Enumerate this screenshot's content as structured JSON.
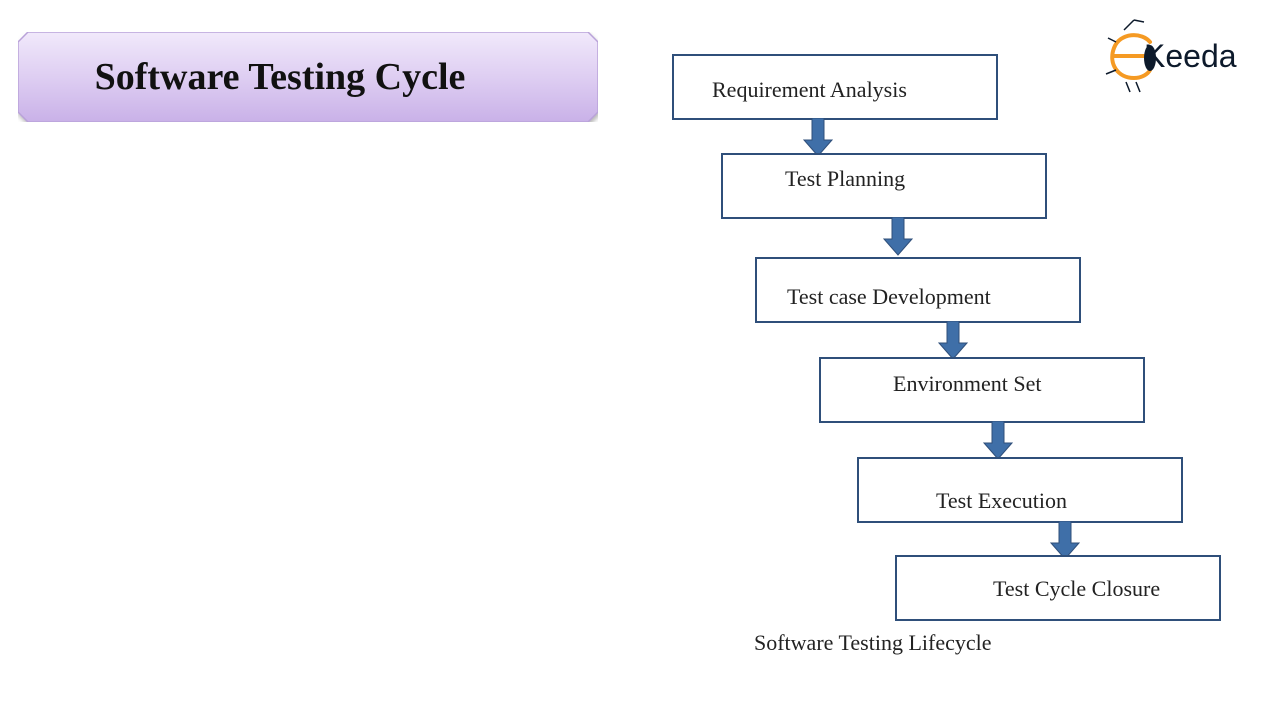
{
  "slide": {
    "title": "Software Testing Cycle"
  },
  "logo": {
    "text": "Keeda",
    "icon": "ekeeda-bug-e-icon",
    "accent_color": "#f59a23"
  },
  "diagram": {
    "steps": [
      {
        "label": "Requirement Analysis"
      },
      {
        "label": "Test Planning"
      },
      {
        "label": "Test case Development"
      },
      {
        "label": "Environment Set"
      },
      {
        "label": "Test Execution"
      },
      {
        "label": "Test Cycle Closure"
      }
    ],
    "caption": "Software Testing Lifecycle",
    "box_border_color": "#2f4f7a",
    "arrow_color": "#3f6fa8"
  }
}
